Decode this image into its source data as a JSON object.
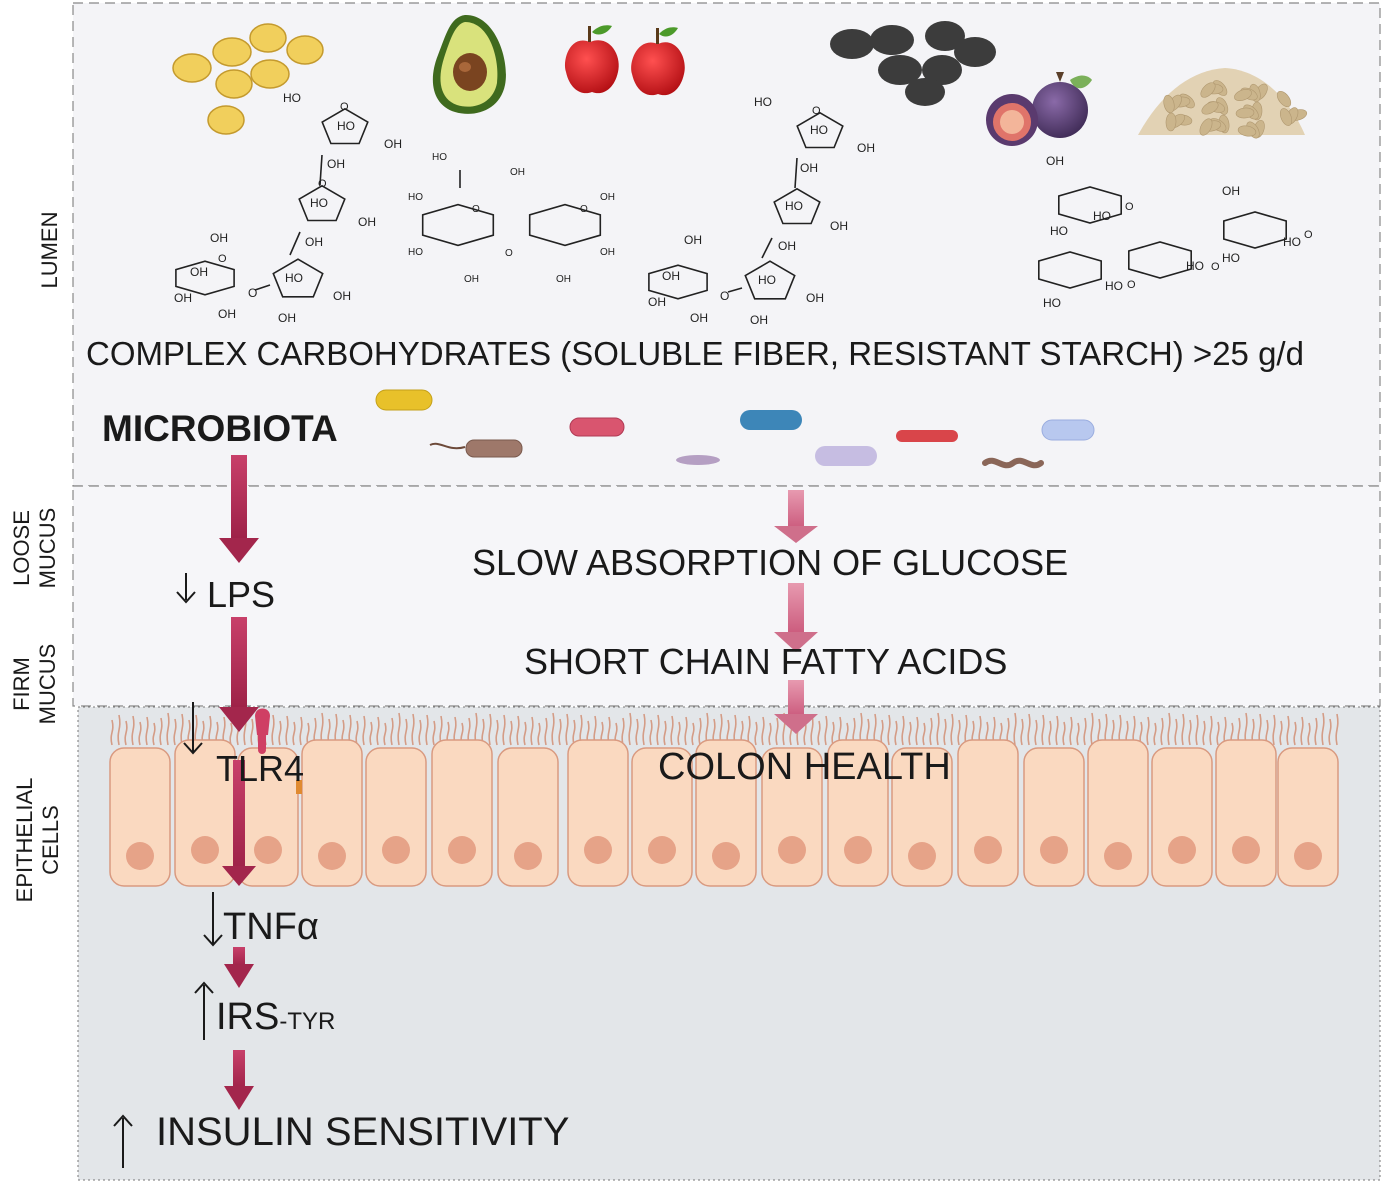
{
  "regions": {
    "lumen": "LUMEN",
    "loose_mucus": [
      "LOOSE",
      "MUCUS"
    ],
    "firm_mucus": [
      "FIRM",
      "MUCUS"
    ],
    "epithelial": [
      "EPITHELIAL",
      "CELLS"
    ]
  },
  "labels": {
    "carbs": "COMPLEX CARBOHYDRATES (SOLUBLE FIBER, RESISTANT STARCH) >25 g/d",
    "microbiota": "MICROBIOTA",
    "lps": "LPS",
    "tlr4": "TLR4",
    "tnfa": "TNFα",
    "irs": "IRS",
    "irs_sub": "-TYR",
    "insulin": "INSULIN SENSITIVITY",
    "glucose": "SLOW ABSORPTION OF GLUCOSE",
    "scfa": "SHORT CHAIN FATTY ACIDS",
    "colon": "COLON HEALTH"
  },
  "arrows": {
    "down": "↓",
    "up": "↑"
  },
  "chem": {
    "ho": "HO",
    "oh": "OH",
    "o": "O"
  },
  "colors": {
    "lumen_bg": "#f4f4f7",
    "mucus_bg": "#f5f5f8",
    "epithelial_bg": "#e3e6e9",
    "cell_fill": "#fad9c0",
    "cell_stroke": "#d99a80",
    "nucleus": "#e6a388",
    "main_arrow": "#a3264c",
    "light_arrow": "#cf6f8b"
  },
  "icons": [
    "soybeans-icon",
    "avocado-icon",
    "apple-icon",
    "black-beans-icon",
    "fig-icon",
    "oats-icon",
    "bacteria-icon",
    "tlr4-receptor-icon"
  ]
}
